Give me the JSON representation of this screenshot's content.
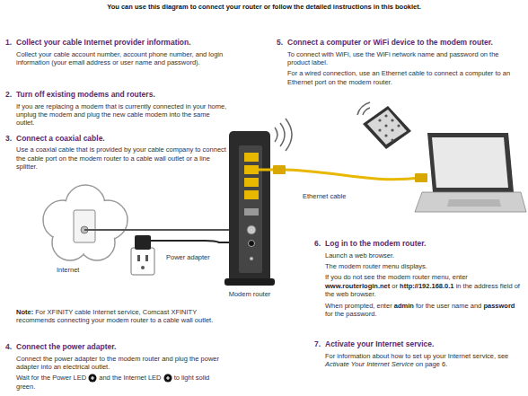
{
  "diagram": {
    "title": "You can use this diagram to connect your router or follow the detailed instructions in this booklet.",
    "labels": [
      "1.",
      "Collect your cable Internet provider information.",
      "Collect your cable account number, account phone number, and login information (your email address or user name and password).",
      "2.",
      "Turn off existing modems and routers.",
      "If you are replacing a modem that is currently connected in your home, unplug the modem and plug the new cable modem into the same outlet.",
      "3.",
      "Connect a coaxial cable.",
      "Use a coaxial cable that is provided by your cable company to connect the cable port on the modem router to a cable wall outlet or a line splitter.",
      "Internet",
      "Power adapter",
      "Modem router",
      "Note:",
      "For XFINITY cable Internet service, Comcast XFINITY recommends connecting your modem router to a cable wall outlet.",
      "4.",
      "Connect the power adapter.",
      "Connect the power adapter to the modem router and plug the power adapter into an electrical outlet.",
      "Wait for the Power LED",
      "and the Internet LED",
      "to light solid green.",
      "5.",
      "Connect a computer or WiFi device to the modem router.",
      "To connect with WiFi, use the WiFi network name and password on the product label.",
      "For a wired connection, use an Ethernet cable to connect a computer to an Ethernet port on the modem router.",
      "Ethernet cable",
      "6.",
      "Log in to the modem router.",
      "Launch a web browser.",
      "The modem router menu displays.",
      "If you do not see the modem router menu, enter",
      "www.routerlogin.net",
      "or",
      "http://192.168.0.1",
      "in the address field of the web browser.",
      "When prompted, enter",
      "admin",
      "for the user name and",
      "password",
      "for the password.",
      "7.",
      "Activate your Internet service.",
      "For information about how to set up your Internet service, see",
      "Activate Your Internet Service",
      "on page 6."
    ]
  }
}
